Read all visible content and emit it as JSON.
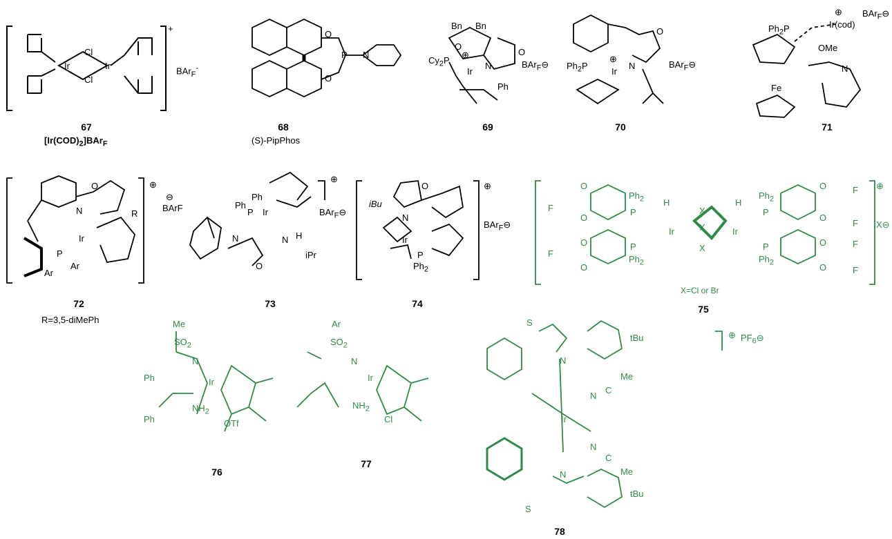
{
  "compounds": [
    {
      "id": "67",
      "sublabel": "[Ir(COD)",
      "sub2": "2",
      "sub3": "]BAr",
      "sub4": "F",
      "counterion": "BAr",
      "counterion_sub": "F",
      "counterion_sup": "-",
      "charge": "+"
    },
    {
      "id": "68",
      "sublabel": "(S)-PipPhos"
    },
    {
      "id": "69",
      "counterion": "BAr",
      "counterion_sub": "F"
    },
    {
      "id": "70",
      "counterion": "BAr",
      "counterion_sub": "F"
    },
    {
      "id": "71",
      "counterion": "BAr",
      "counterion_sub": "F"
    },
    {
      "id": "72",
      "sublabel": "R=3,5-diMePh",
      "counterion": "BArF"
    },
    {
      "id": "73",
      "counterion": "BAr",
      "counterion_sub": "F"
    },
    {
      "id": "74",
      "counterion": "BAr",
      "counterion_sub": "F"
    },
    {
      "id": "75",
      "sublabel": "X=Cl or Br",
      "counterion": "X"
    },
    {
      "id": "76"
    },
    {
      "id": "77"
    },
    {
      "id": "78",
      "counterion": "PF",
      "counterion_sub": "6"
    }
  ],
  "atoms": {
    "ir": "Ir",
    "cl": "Cl",
    "o": "O",
    "p": "P",
    "n": "N",
    "bn": "Bn",
    "cy2p": "Cy",
    "ph": "Ph",
    "ph2p": "Ph",
    "ph2": "Ph",
    "fe": "Fe",
    "ome": "OMe",
    "ircod": "Ir(cod)",
    "r": "R",
    "ar": "Ar",
    "h": "H",
    "ipr": "iPr",
    "ibu": "iBu",
    "f": "F",
    "x": "X",
    "me": "Me",
    "so2": "SO",
    "nh2": "NH",
    "otf": "OTf",
    "s": "S",
    "tbu": "tBu",
    "c": "C",
    "plus": "⊕",
    "minus": "⊖"
  },
  "colors": {
    "black": "#000000",
    "green": "#2e8b47"
  }
}
